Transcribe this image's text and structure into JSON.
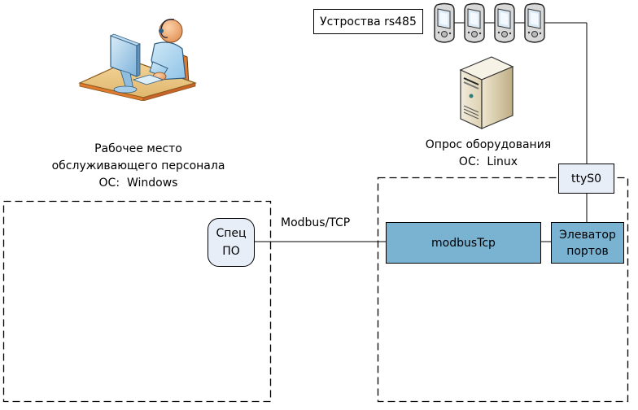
{
  "devices": {
    "label": "Устроства rs485",
    "count": 4
  },
  "workstation": {
    "line1": "Рабочее место",
    "line2": "обслуживающего персонала",
    "os_prefix": "ОС:",
    "os_name": "Windows"
  },
  "server": {
    "line1": "Опрос оборудования",
    "os_prefix": "ОС:",
    "os_name": "Linux"
  },
  "spec_po": {
    "line1": "Спец",
    "line2": "ПО"
  },
  "protocol_label": "Modbus/TCP",
  "modbus_tcp": "modbusTcp",
  "elevator": {
    "line1": "Элеватор",
    "line2": "портов"
  },
  "tty": "ttyS0",
  "colors": {
    "blue_box": "#7ab2d2",
    "light_box": "#e8eef8"
  }
}
